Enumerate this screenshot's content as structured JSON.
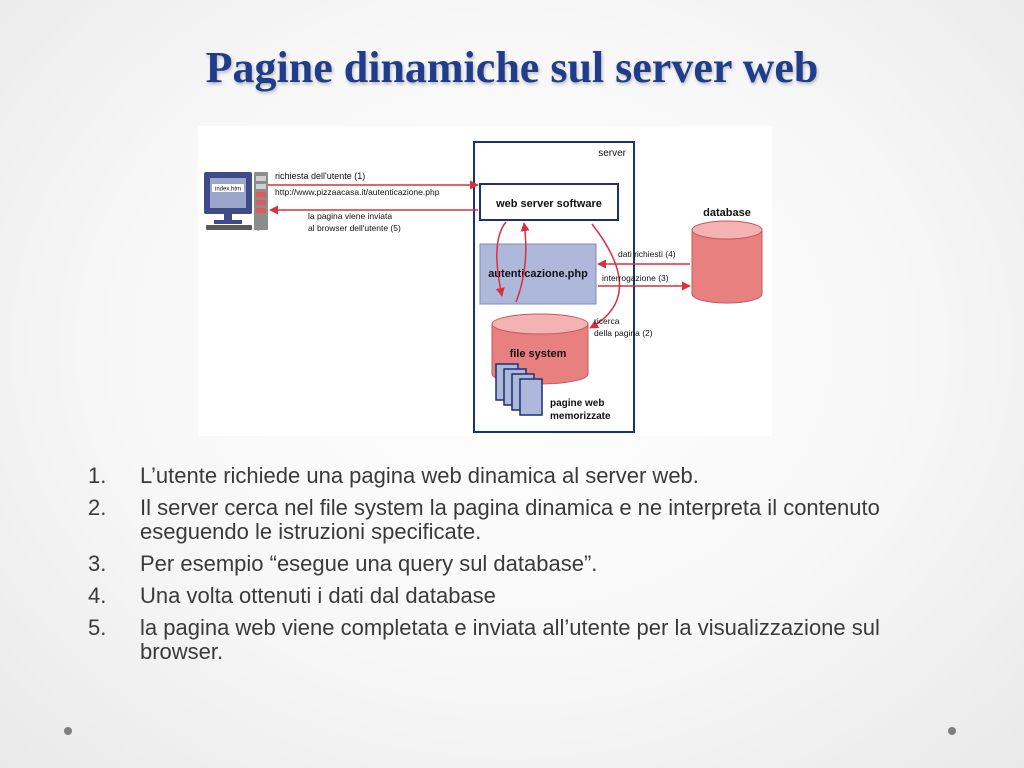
{
  "slide": {
    "title": "Pagine dinamiche sul server web"
  },
  "diagram": {
    "server_label": "server",
    "web_server_software": "web server software",
    "script_file": "autenticazione.php",
    "file_system": "file system",
    "stored_pages_line1": "pagine web",
    "stored_pages_line2": "memorizzate",
    "database": "database",
    "request_label": "richiesta dell'utente (1)",
    "request_url": "http://www.pizzaacasa.it/autenticazione.php",
    "response_line1": "la pagina viene inviata",
    "response_line2": "al browser dell'utente (5)",
    "data_requested": "dati richiesti (4)",
    "query": "interrogazione (3)",
    "search_line1": "ricerca",
    "search_line2": "della pagina (2)",
    "monitor_screen": "index.htm"
  },
  "steps": [
    {
      "num": "1.",
      "text": "L’utente richiede una pagina web dinamica al server web."
    },
    {
      "num": "2.",
      "text": "Il server cerca nel file system la pagina dinamica e ne interpreta il contenuto eseguendo le istruzioni specificate."
    },
    {
      "num": "3.",
      "text": "Per esempio “esegue una query sul database”."
    },
    {
      "num": "4.",
      "text": "Una volta ottenuti i dati dal database"
    },
    {
      "num": "5.",
      "text": "la pagina web viene completata e inviata all’utente per la visualizzazione sul browser."
    }
  ],
  "colors": {
    "title": "#1f3d8a",
    "server_border": "#1c2f7a",
    "arrow": "#d8303f",
    "cylinder": "#e88080",
    "script_box": "#aeb8db"
  }
}
